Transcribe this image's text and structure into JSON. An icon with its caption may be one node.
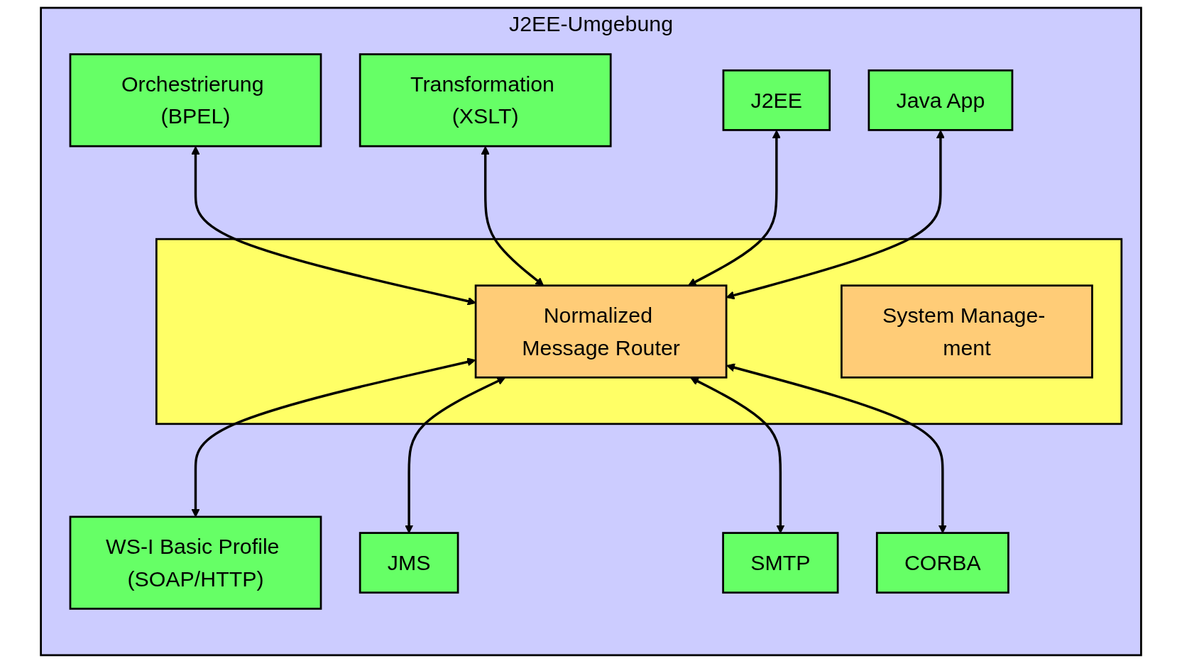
{
  "diagram": {
    "nodes": [
      {
        "text": [
          "J2EE-Umgebung"
        ]
      },
      {
        "text": [],
        "shape": "box",
        "in": 0
      },
      {
        "text": [
          "Orchestrierung (BPEL)"
        ],
        "in": 0
      },
      {
        "text": [
          "Transformation (XSLT)"
        ],
        "in": 0
      },
      {
        "text": [
          "J2EE"
        ],
        "in": 0
      },
      {
        "text": [
          "Java App"
        ],
        "in": 0
      },
      {
        "text": [
          "Normalized Message Router"
        ],
        "in": 1
      },
      {
        "text": [
          "System Manage- ment"
        ],
        "in": 1
      },
      {
        "text": [
          "WS-I Basic Profile (SOAP/HTTP)"
        ],
        "in": 0
      },
      {
        "text": [
          "JMS"
        ],
        "in": 0
      },
      {
        "text": [
          "SMTP"
        ],
        "in": 0
      },
      {
        "text": [
          "CORBA"
        ],
        "in": 0
      }
    ],
    "edges": [
      {
        "from": 2,
        "to": 6,
        "arrow": "both"
      },
      {
        "from": 3,
        "to": 6,
        "arrow": "both"
      },
      {
        "from": 4,
        "to": 6,
        "arrow": "both"
      },
      {
        "from": 5,
        "to": 6,
        "arrow": "both"
      },
      {
        "from": 6,
        "to": 8,
        "arrow": "both"
      },
      {
        "from": 6,
        "to": 9,
        "arrow": "both"
      },
      {
        "from": 6,
        "to": 10,
        "arrow": "both"
      },
      {
        "from": 6,
        "to": 11,
        "arrow": "both"
      }
    ]
  }
}
